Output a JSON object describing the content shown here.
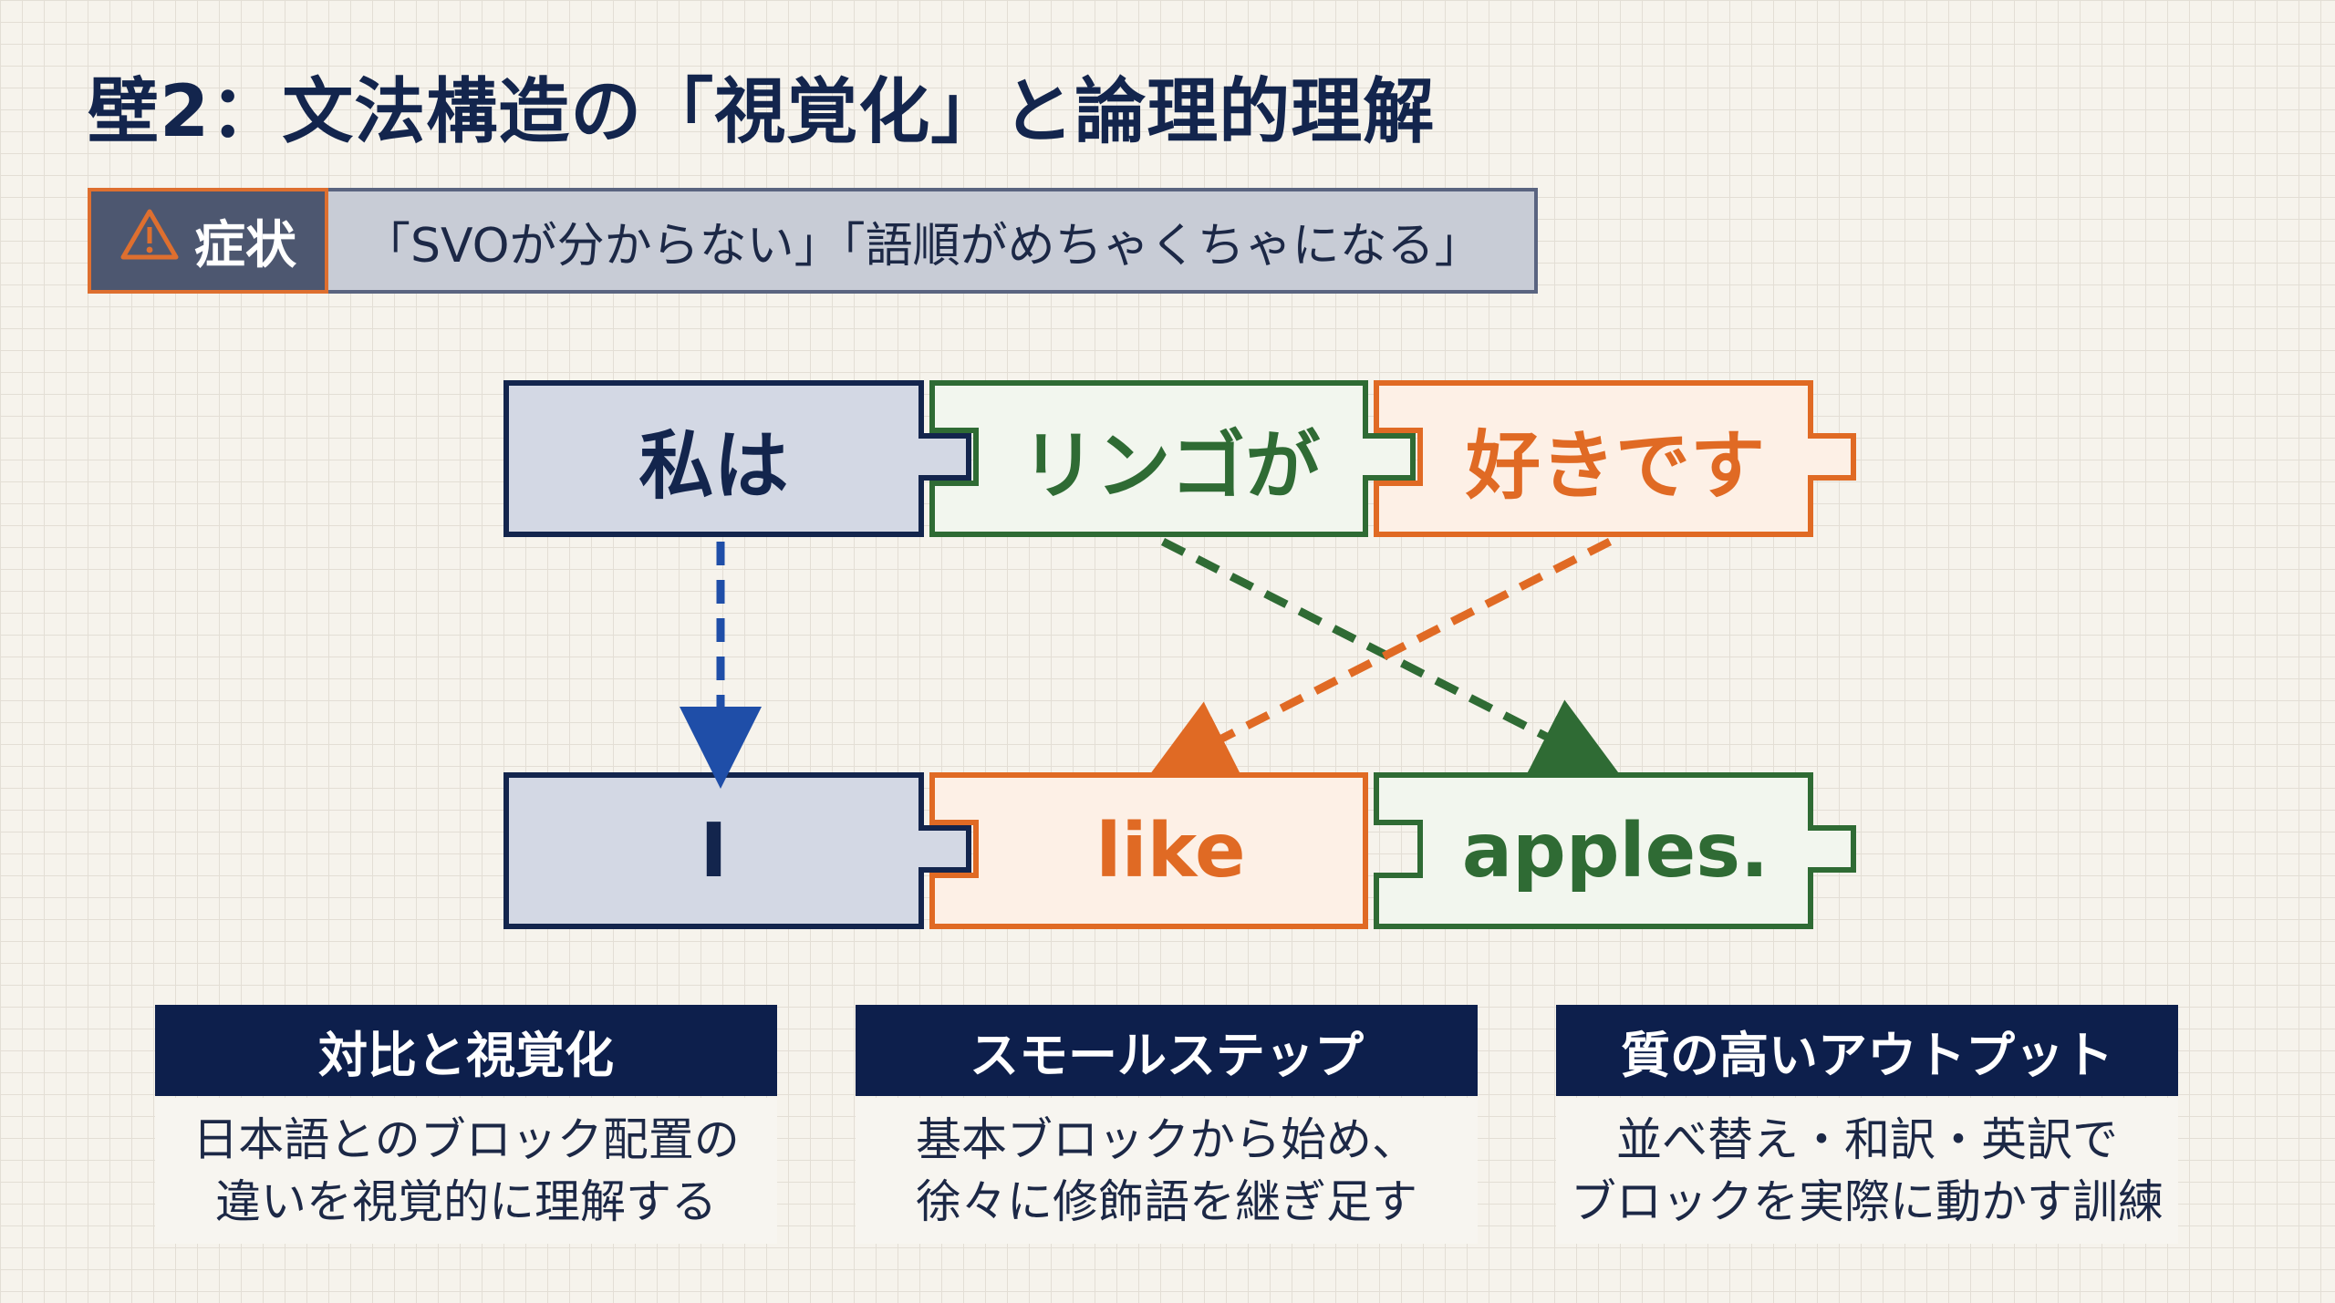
{
  "title": "壁2：文法構造の「視覚化」と論理的理解",
  "symptom": {
    "icon": "warning-icon",
    "label": "症状",
    "text": "「SVOが分からない」「語順がめちゃくちゃになる」"
  },
  "diagram": {
    "japanese_blocks": [
      "私は",
      "リンゴが",
      "好きです"
    ],
    "english_blocks": [
      "I",
      "like",
      "apples."
    ],
    "colors": {
      "navy": "#13254d",
      "green": "#2f6b34",
      "orange": "#e06a24"
    }
  },
  "cards": [
    {
      "title": "対比と視覚化",
      "lines": [
        "日本語とのブロック配置の",
        "違いを視覚的に理解する"
      ]
    },
    {
      "title": "スモールステップ",
      "lines": [
        "基本ブロックから始め、",
        "徐々に修飾語を継ぎ足す"
      ]
    },
    {
      "title": "質の高いアウトプット",
      "lines": [
        "並べ替え・和訳・英訳で",
        "ブロックを実際に動かす訓練"
      ]
    }
  ]
}
